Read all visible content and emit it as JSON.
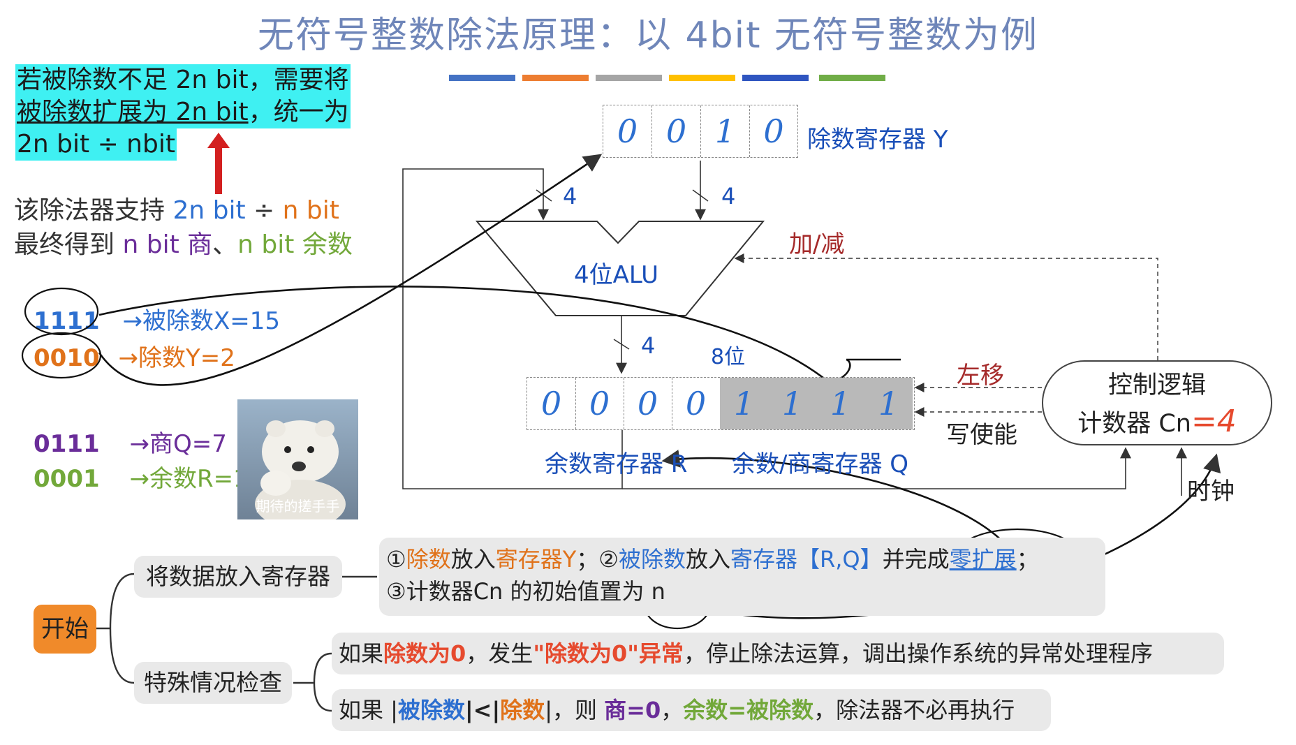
{
  "title": "无符号整数除法原理：以 4bit 无符号整数为例",
  "title_bar_colors": [
    "#4472c4",
    "#ed7d31",
    "#a5a5a5",
    "#ffc000",
    "#2f55c0",
    "#70ad47"
  ],
  "note": {
    "line1": "若被除数不足 2n bit，需要将",
    "line2a": "被除数扩展为 2n bit",
    "line2b": "，统一为",
    "line3": "2n bit ÷ nbit"
  },
  "support": {
    "line1_prefix": "该除法器支持 ",
    "line1_a": "2n bit",
    "line1_op": " ÷ ",
    "line1_b": "n bit",
    "line2_prefix": "最终得到 ",
    "line2_a": "n bit 商",
    "line2_sep": "、",
    "line2_b": "n bit 余数"
  },
  "examples": {
    "dividend_bits": "1111",
    "dividend_desc": "→被除数X=15",
    "divisor_bits": "0010",
    "divisor_desc": "→除数Y=2",
    "quotient_bits": "0111",
    "quotient_desc": "→商Q=7",
    "remainder_bits": "0001",
    "remainder_desc": "→余数R=1"
  },
  "meme_caption": "期待的搓手手",
  "divisor_register": {
    "cells": [
      "0",
      "0",
      "1",
      "0"
    ],
    "label": "除数寄存器 Y"
  },
  "alu": {
    "label": "4位ALU",
    "in_width_left": "4",
    "in_width_right": "4",
    "out_width": "4"
  },
  "add_sub_label": "加/减",
  "eight_bit_label": "8位",
  "rq_register": {
    "cells": [
      "0",
      "0",
      "0",
      "0",
      "1",
      "1",
      "1",
      "1"
    ],
    "r_label": "余数寄存器 R",
    "q_label": "余数/商寄存器 Q"
  },
  "shift_left_label": "左移",
  "write_enable_label": "写使能",
  "control": {
    "line1": "控制逻辑",
    "line2": "计数器 Cn",
    "counter_value": "=4"
  },
  "clock_label": "时钟",
  "flow": {
    "start": "开始",
    "step1_label": "将数据放入寄存器",
    "step1_text": {
      "p1": "①",
      "p2": "除数",
      "p3": "放入",
      "p4": "寄存器Y",
      "p5": "；②",
      "p6": "被除数",
      "p7": "放入",
      "p8": "寄存器【R,Q】",
      "p9": "并完成",
      "p10": "零扩展",
      "p11": "；",
      "line2": "③计数器Cn 的初始值置为 n"
    },
    "step2_label": "特殊情况检查",
    "check1": {
      "p1": "如果",
      "p2": "除数为0",
      "p3": "，发生",
      "p4": "\"除数为0\"异常",
      "p5": "，停止除法运算，调出操作系统的异常处理程序"
    },
    "check2": {
      "p1": "如果 |",
      "p2": "被除数",
      "p3": "|<|",
      "p4": "除数",
      "p5": "|，则 ",
      "p6": "商=0",
      "p7": "，",
      "p8": "余数=被除数",
      "p9": "，除法器不必再执行"
    }
  }
}
